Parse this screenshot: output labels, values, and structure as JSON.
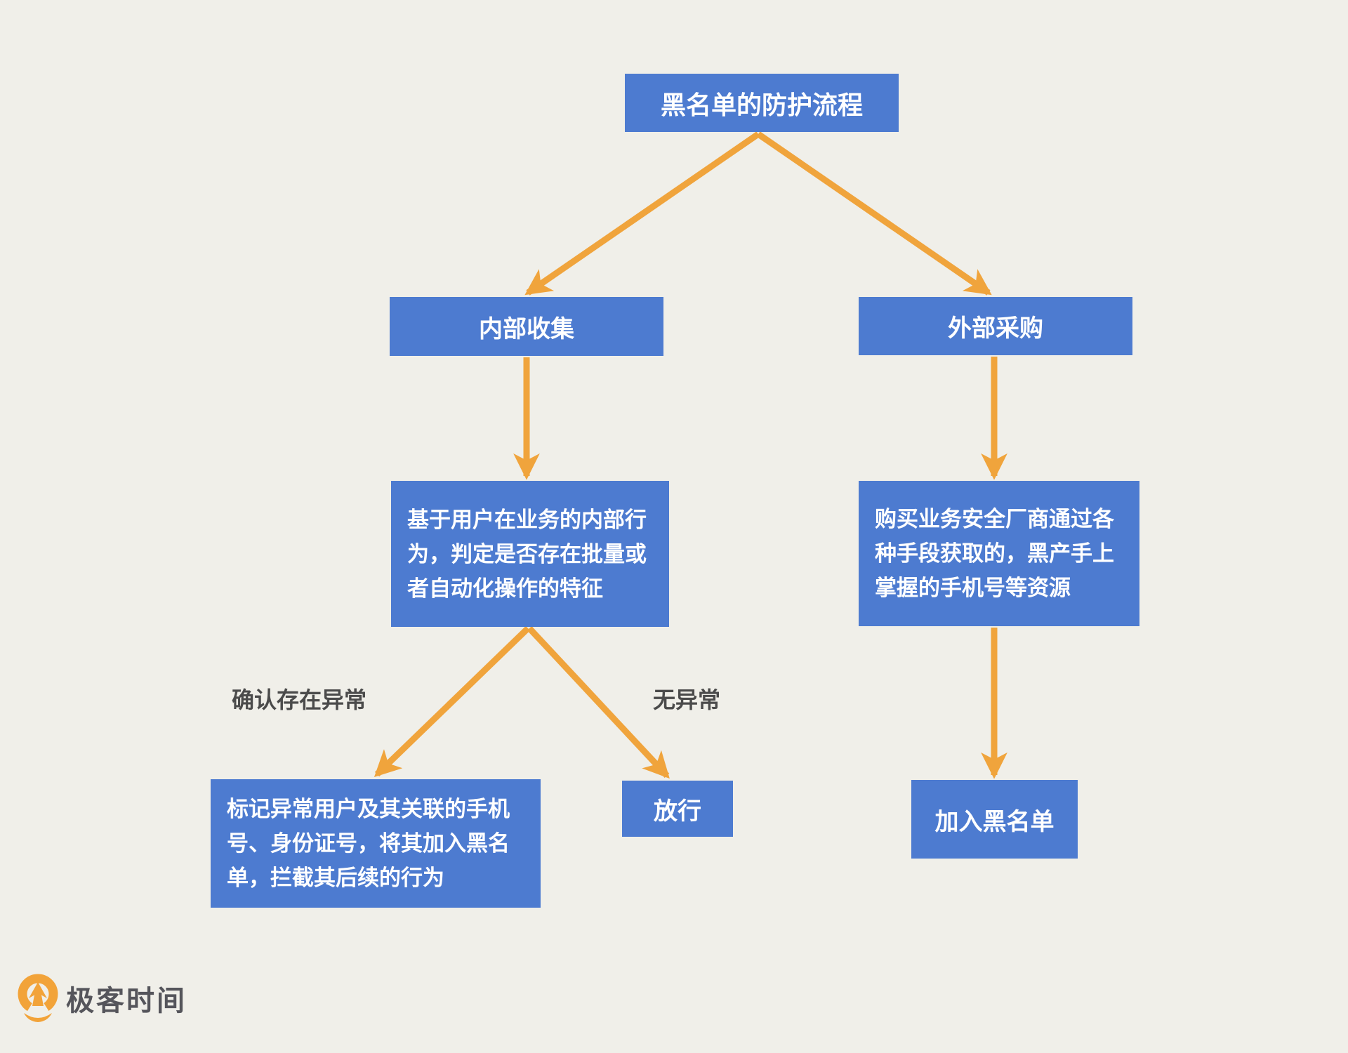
{
  "colors": {
    "background": "#f0efe9",
    "node_blue": "#4d7bd0",
    "arrow_orange": "#f0a43c",
    "edge_label_gray": "#4b4b4b",
    "node_text": "#ffffff",
    "logo_text_gray": "#55555b",
    "logo_orange": "#f2a339"
  },
  "diagram": {
    "title": "黑名单的防护流程",
    "nodes": {
      "internal_collection": {
        "label": "内部收集"
      },
      "external_purchase": {
        "label": "外部采购"
      },
      "internal_detail": {
        "label": "基于用户在业务的内部行为，判定是否存在批量或者自动化操作的特征"
      },
      "external_detail": {
        "label": "购买业务安全厂商通过各种手段获取的，黑产手上掌握的手机号等资源"
      },
      "mark_abnormal": {
        "label": "标记异常用户及其关联的手机号、身份证号，将其加入黑名单，拦截其后续的行为"
      },
      "release": {
        "label": "放行"
      },
      "add_blacklist": {
        "label": "加入黑名单"
      }
    },
    "edge_labels": {
      "confirmed_abnormal": "确认存在异常",
      "no_abnormal": "无异常"
    }
  },
  "footer": {
    "brand": "极客时间"
  }
}
